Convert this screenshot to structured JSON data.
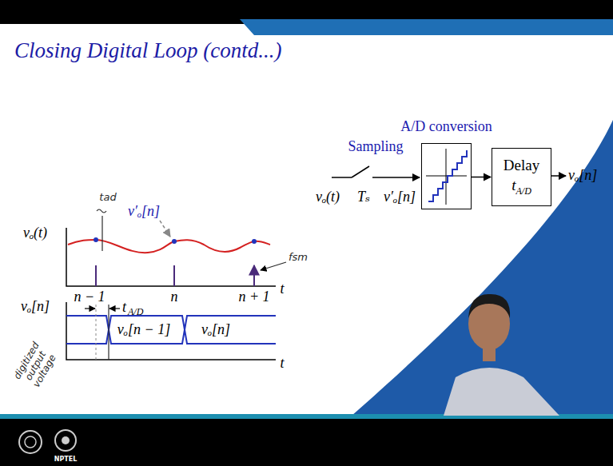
{
  "diagram": {
    "title": "Closing Digital Loop (contd...)",
    "nodes": [
      {
        "text": [
          "A/D conversion"
        ]
      },
      {
        "text": [
          "Delay",
          "t",
          "A/D"
        ]
      }
    ],
    "edges": [
      {
        "from": 0,
        "to": 1,
        "arrow": "to"
      }
    ],
    "labels": [
      "Sampling",
      "vₒ(t)",
      "Tₛ",
      "v′ₒ[n]",
      "vₒ[n]",
      "vₒ(t)",
      "v′ₒ[n]",
      "tad",
      "fsm",
      "n − 1",
      "n",
      "n + 1",
      "t",
      "vₒ[n]",
      "t",
      "A/D",
      "vₒ[n − 1]",
      "vₒ[n]",
      "t",
      "digitized output voltage",
      "NPTEL"
    ]
  }
}
